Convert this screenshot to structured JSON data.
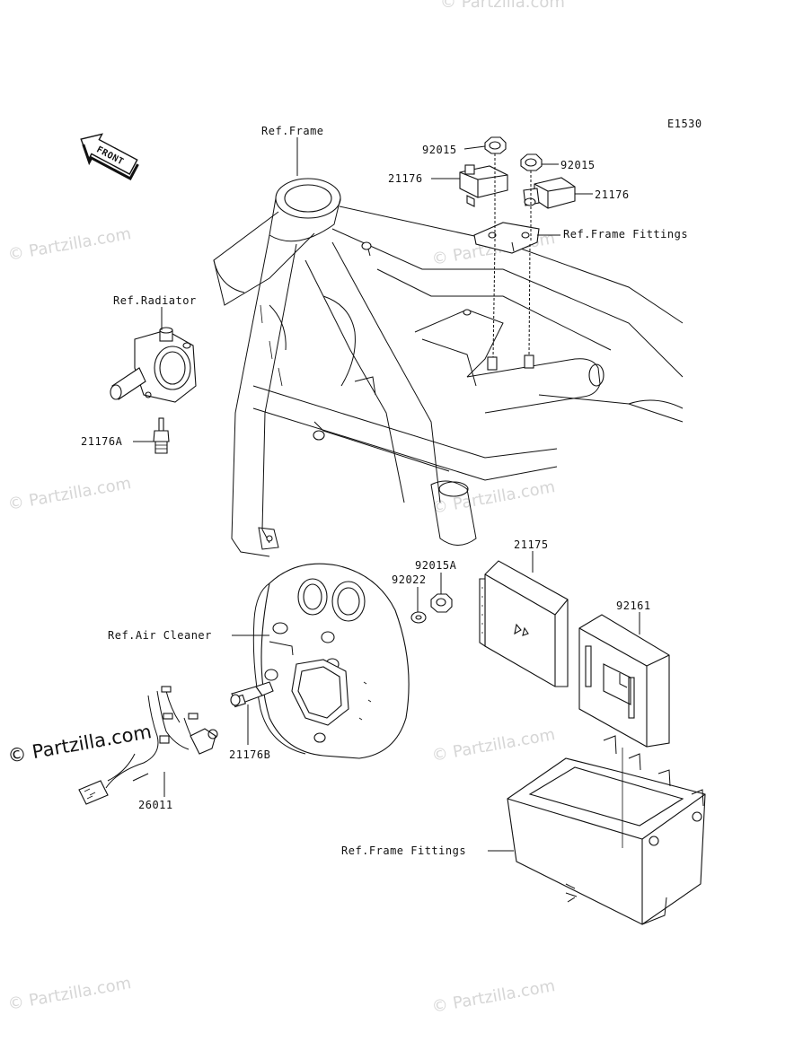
{
  "diagram_code": "E1530",
  "front_label": "FRONT",
  "callouts": {
    "ref_frame": "Ref.Frame",
    "ref_radiator": "Ref.Radiator",
    "ref_frame_fittings_top": "Ref.Frame Fittings",
    "ref_air_cleaner": "Ref.Air Cleaner",
    "ref_frame_fittings_bottom": "Ref.Frame Fittings"
  },
  "parts": {
    "nut_left": "92015",
    "nut_right": "92015",
    "sensor_left": "21176",
    "sensor_right": "21176",
    "temp_sensor": "21176A",
    "ecu": "21175",
    "nut_a": "92015A",
    "washer": "92022",
    "ecu_cover": "92161",
    "intake_sensor": "21176B",
    "harness": "26011"
  },
  "watermarks": {
    "small": "© Partzilla.com",
    "big": "© Partzilla.com"
  }
}
